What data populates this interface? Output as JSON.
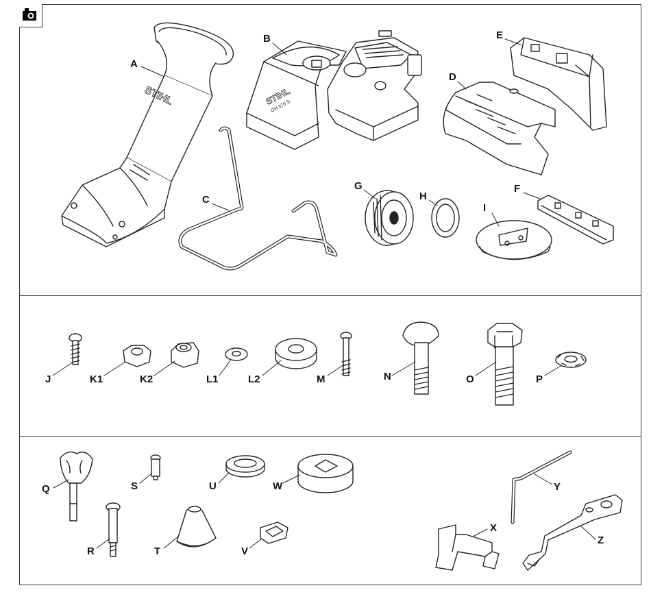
{
  "header": {
    "icon": "camera-icon"
  },
  "brand": {
    "name": "STIHL",
    "model": "GH 370 S"
  },
  "sections": [
    {
      "id": "main-components",
      "labels": [
        "A",
        "B",
        "C",
        "D",
        "E",
        "F",
        "G",
        "H",
        "I"
      ]
    },
    {
      "id": "fasteners",
      "labels": [
        "J",
        "K1",
        "K2",
        "L1",
        "L2",
        "M",
        "N",
        "O",
        "P"
      ]
    },
    {
      "id": "tools-and-small-parts",
      "labels": [
        "Q",
        "R",
        "S",
        "T",
        "U",
        "V",
        "W",
        "X",
        "Y",
        "Z"
      ]
    }
  ],
  "labels": {
    "A": "A",
    "B": "B",
    "C": "C",
    "D": "D",
    "E": "E",
    "F": "F",
    "G": "G",
    "H": "H",
    "I": "I",
    "J": "J",
    "K1": "K1",
    "K2": "K2",
    "L1": "L1",
    "L2": "L2",
    "M": "M",
    "N": "N",
    "O": "O",
    "P": "P",
    "Q": "Q",
    "R": "R",
    "S": "S",
    "T": "T",
    "U": "U",
    "V": "V",
    "W": "W",
    "X": "X",
    "Y": "Y",
    "Z": "Z"
  }
}
